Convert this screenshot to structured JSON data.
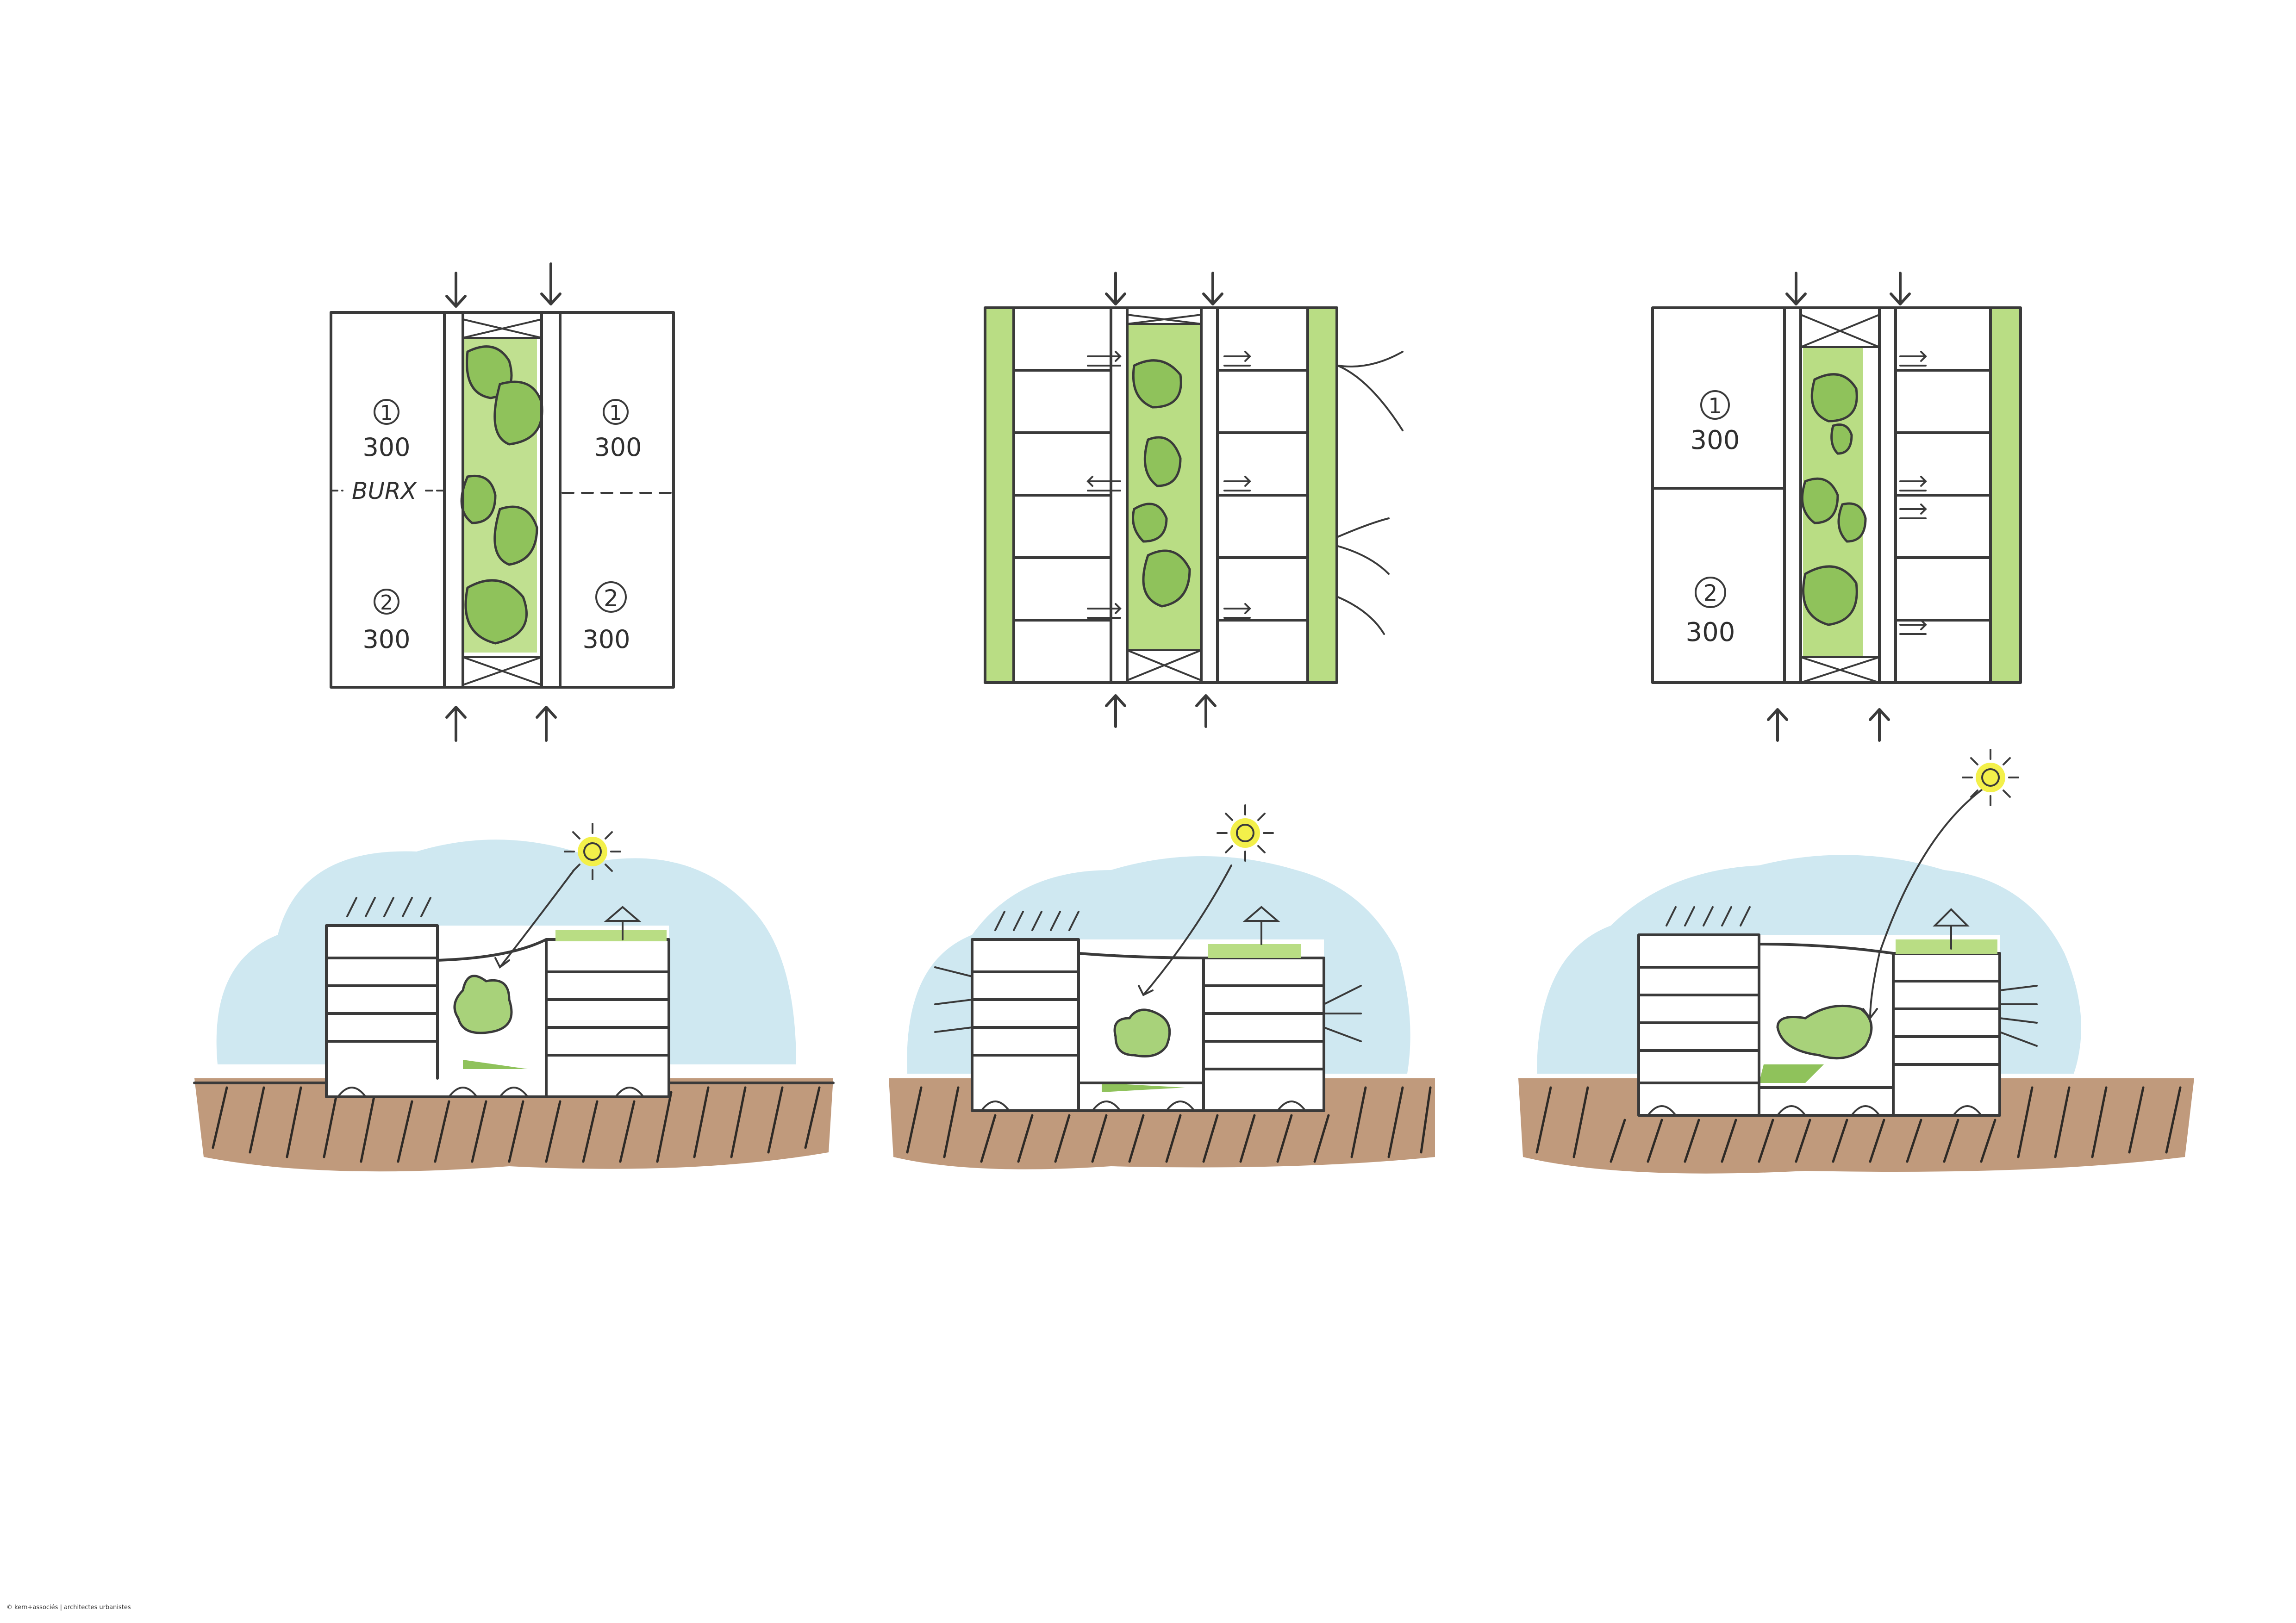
{
  "labels": {
    "unit_1": "1",
    "unit_2": "2",
    "value_300": "300",
    "street_name": "BURX"
  },
  "credit": "© kern+associés | architectes urbanistes",
  "colors": {
    "sky": "#cfe8f1",
    "earth": "#c09a7c",
    "green": "#b9dd84",
    "green_dark": "#8fc25b",
    "sun": "#f3f04a",
    "ink": "#3a3a3a"
  }
}
